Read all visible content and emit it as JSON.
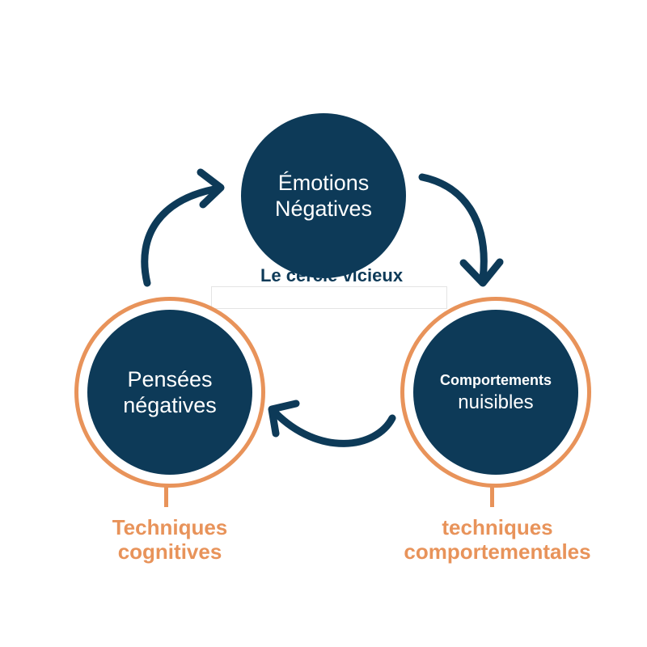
{
  "diagram": {
    "center_title": "Le cercle vicieux",
    "nodes": {
      "top": {
        "line1": "Émotions",
        "line2": "Négatives"
      },
      "left": {
        "line1": "Pensées",
        "line2": "négatives"
      },
      "right": {
        "line1": "Comportements",
        "line2": "nuisibles"
      }
    },
    "techniques": {
      "left": {
        "line1": "Techniques",
        "line2": "cognitives"
      },
      "right": {
        "line1": "techniques",
        "line2": "comportementales"
      }
    },
    "colors": {
      "node_fill": "#0d3a58",
      "accent": "#e8935a",
      "arrow": "#0d3a58"
    }
  }
}
